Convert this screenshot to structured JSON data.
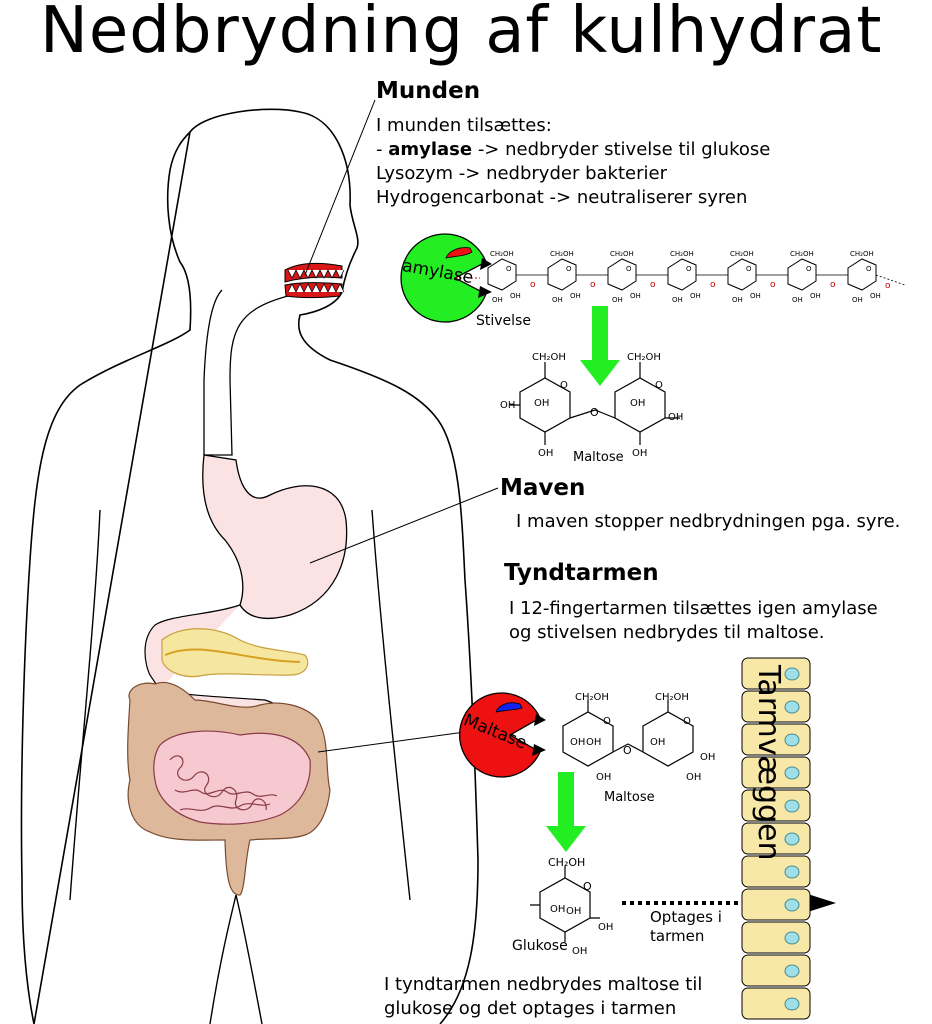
{
  "title": "Nedbrydning af kulhydrat",
  "munden": {
    "heading": "Munden",
    "intro": "I munden tilsættes:",
    "line1_prefix": "- ",
    "line1_bold": "amylase",
    "line1_rest": " -> nedbryder stivelse til glukose",
    "line2": "Lysozym -> nedbryder bakterier",
    "line3": "Hydrogencarbonat -> neutraliserer syren"
  },
  "amylase_label": "amylase",
  "stivelse_label": "Stivelse",
  "maltose_label": "Maltose",
  "maven": {
    "heading": "Maven",
    "text": "I maven stopper nedbrydningen pga. syre."
  },
  "tyndtarmen": {
    "heading": "Tyndtarmen",
    "line1": "I 12-fingertarmen tilsættes igen amylase",
    "line2": "og stivelsen nedbrydes til maltose."
  },
  "maltase_label": "Maltase",
  "maltose_label_2": "Maltose",
  "glukose_label": "Glukose",
  "optages": {
    "line1": "Optages i",
    "line2": "tarmen"
  },
  "tarmvaeggen_label": "Tarmvæggen",
  "bottom": {
    "line1": "I tyndtarmen nedbrydes maltose til",
    "line2": "glukose og det optages i tarmen"
  },
  "chem": {
    "ch2oh": "CH₂OH",
    "oh": "OH",
    "o": "O"
  },
  "colors": {
    "green": "#22ee22",
    "red": "#ee1111",
    "stomach": "#fbe3e3",
    "intestine": "#ddb89a",
    "wall": "#f8e8a8",
    "pancreas": "#f5e6a0"
  }
}
